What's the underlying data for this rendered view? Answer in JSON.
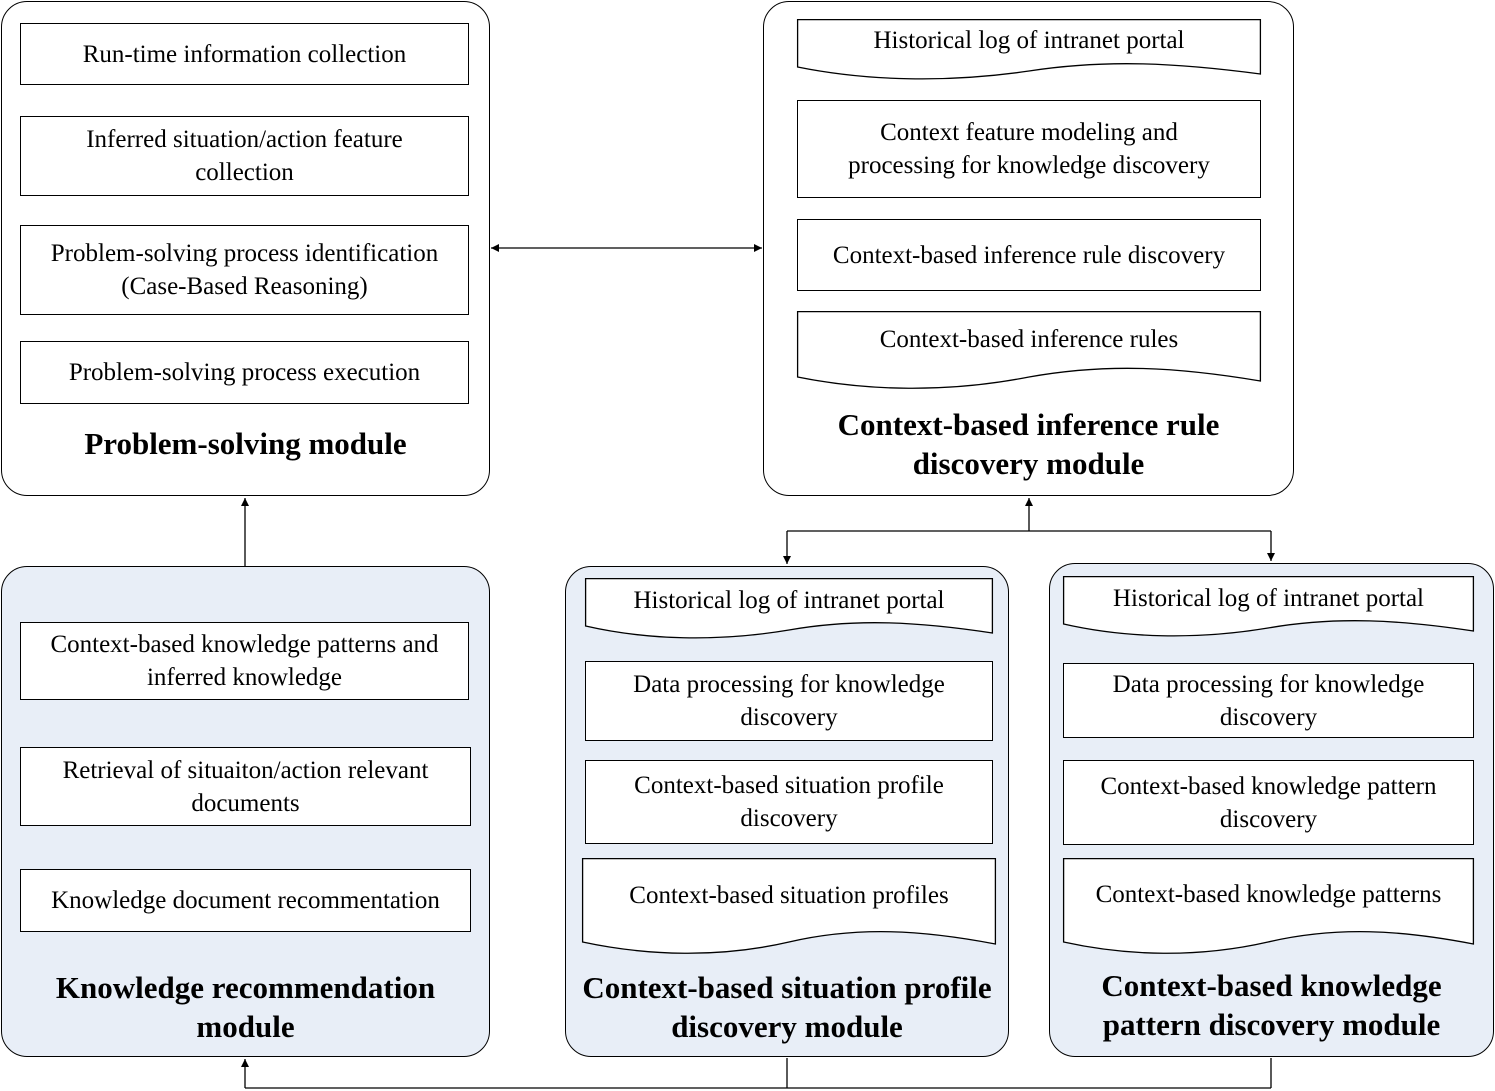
{
  "problem_solving_module": {
    "title": "Problem-solving module",
    "boxes": [
      "Run-time information collection",
      "Inferred situation/action feature\ncollection",
      "Problem-solving process identification\n(Case-Based Reasoning)",
      "Problem-solving process execution"
    ]
  },
  "inference_rule_module": {
    "title": "Context-based inference rule\ndiscovery module",
    "log": "Historical log of intranet portal",
    "boxes": [
      "Context feature modeling and\nprocessing for knowledge discovery",
      "Context-based inference rule discovery"
    ],
    "output": "Context-based inference rules"
  },
  "knowledge_recommendation_module": {
    "title": "Knowledge recommendation\nmodule",
    "boxes": [
      "Context-based knowledge patterns and\ninferred knowledge",
      "Retrieval of situaiton/action relevant\ndocuments",
      "Knowledge document recommentation"
    ]
  },
  "situation_profile_module": {
    "title": "Context-based situation profile\ndiscovery module",
    "log": "Historical log of intranet portal",
    "boxes": [
      "Data processing for knowledge\ndiscovery",
      "Context-based situation profile\ndiscovery"
    ],
    "output": "Context-based situation profiles"
  },
  "knowledge_pattern_module": {
    "title": "Context-based knowledge\npattern discovery module",
    "log": "Historical log of intranet portal",
    "boxes": [
      "Data processing for knowledge\ndiscovery",
      "Context-based knowledge pattern\ndiscovery"
    ],
    "output": "Context-based knowledge patterns"
  }
}
